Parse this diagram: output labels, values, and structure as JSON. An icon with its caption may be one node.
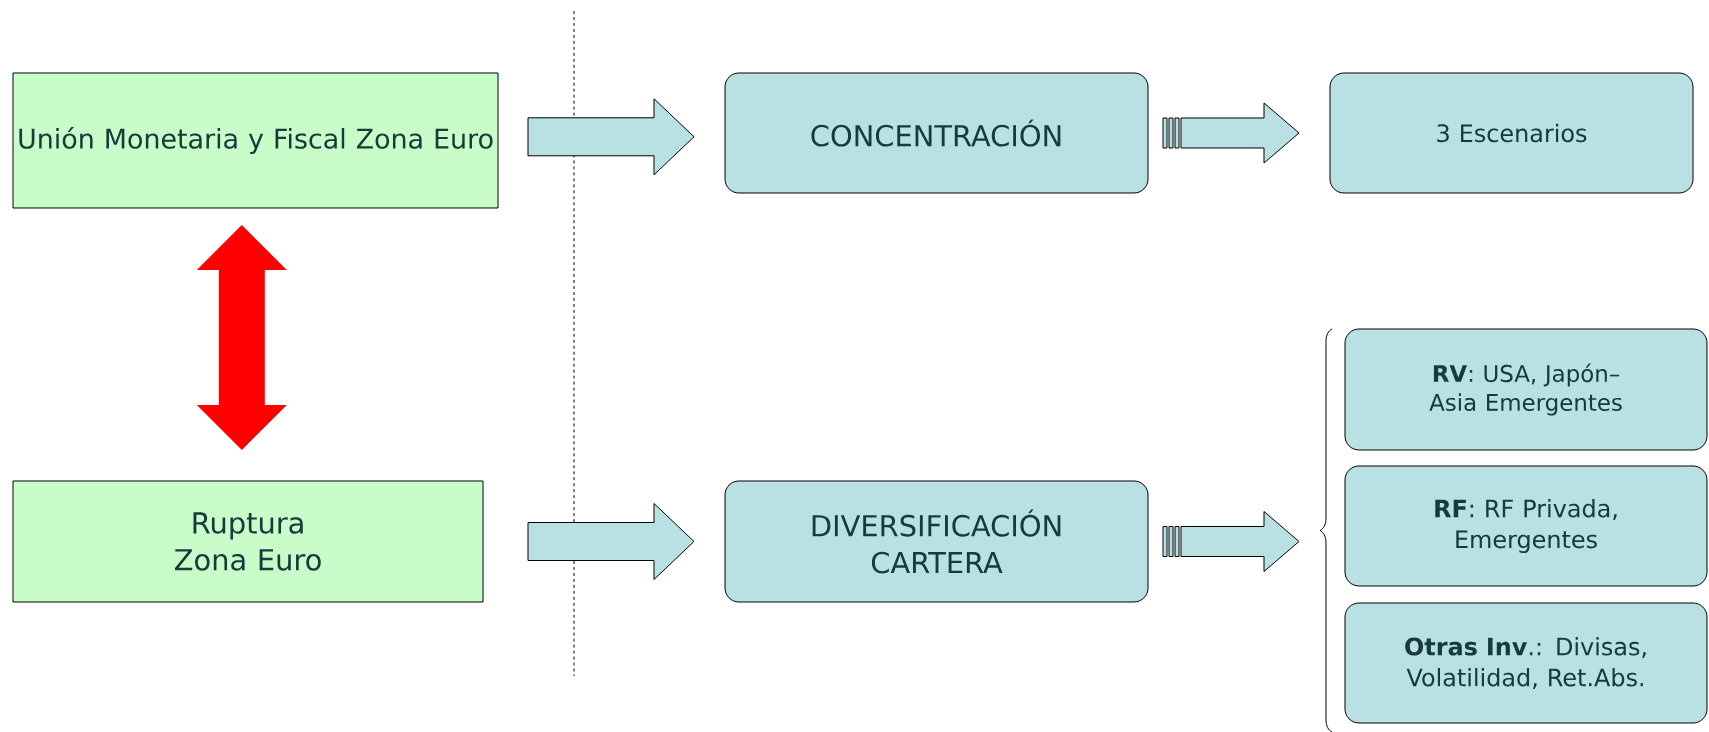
{
  "diagram": {
    "nodes": [
      {
        "text": [
          "Unión Monetaria y Fiscal Zona Euro"
        ]
      },
      {
        "text": [
          "Ruptura Zona Euro"
        ]
      },
      {
        "text": [
          "CONCENTRACIÓN"
        ]
      },
      {
        "text": [
          "3 Escenarios"
        ]
      },
      {
        "text": [
          "DIVERSIFICACIÓN CARTERA"
        ]
      },
      {
        "text": [
          "**RV**: USA, Japón–Asia Emergentes"
        ]
      },
      {
        "text": [
          "**RF**: RF Privada, Emergentes"
        ]
      },
      {
        "text": [
          "**Otras Inv**.: Divisas, Volatilidad, Ret.Abs."
        ]
      }
    ],
    "edges": [
      {
        "from": 0,
        "to": 2,
        "arrow": "to"
      },
      {
        "from": 1,
        "to": 4,
        "arrow": "to"
      },
      {
        "from": 2,
        "to": 3,
        "arrow": "to"
      },
      {
        "from": 4,
        "to": 5,
        "arrow": "to"
      },
      {
        "from": 4,
        "to": 6,
        "arrow": "to"
      },
      {
        "from": 4,
        "to": 7,
        "arrow": "to"
      },
      {
        "from": 0,
        "to": 1,
        "arrow": "both",
        "color": "#ff0000"
      }
    ]
  }
}
